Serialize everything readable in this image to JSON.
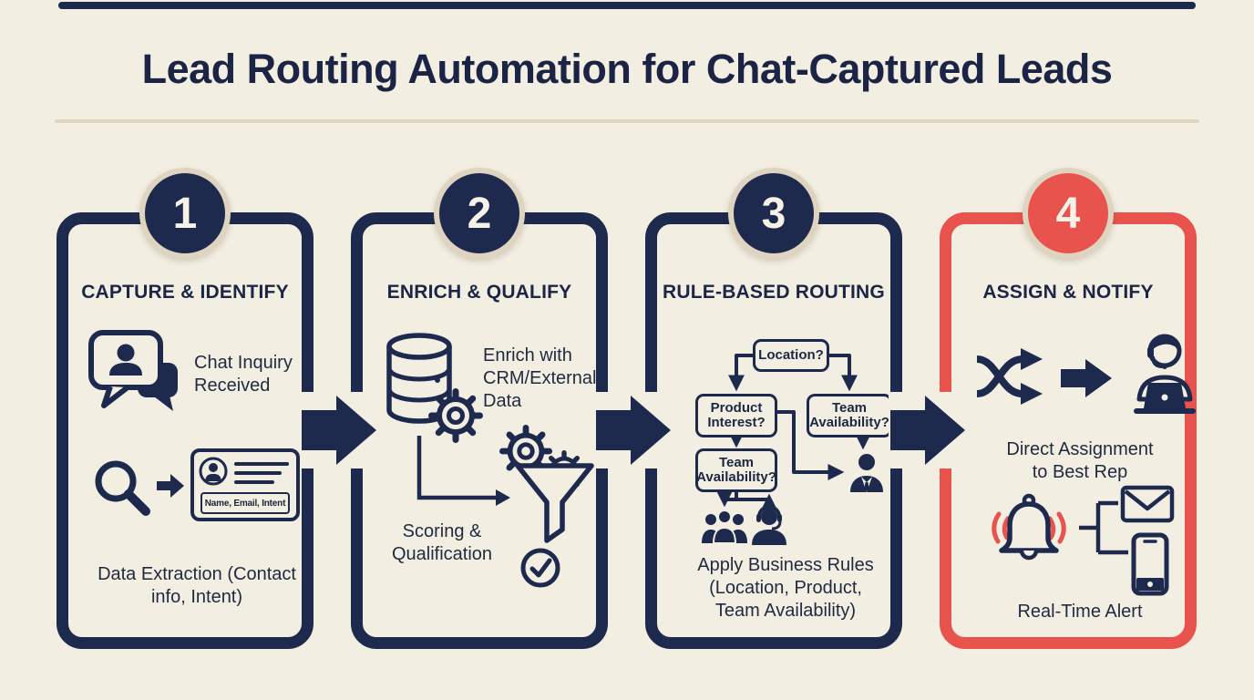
{
  "title": "Lead Routing Automation for Chat-Captured Leads",
  "colors": {
    "background": "#f3eee2",
    "navy": "#1d2a4d",
    "red": "#e8534e",
    "badge_ring": "#ded4bf",
    "divider": "#ded5c1",
    "text": "#1f2940"
  },
  "steps": [
    {
      "number": "1",
      "title": "CAPTURE & IDENTIFY",
      "chat_label": "Chat Inquiry Received",
      "id_card_label": "Name, Email, Intent",
      "caption": "Data Extraction (Contact info, Intent)",
      "icons": [
        "chat-bubbles",
        "magnifier",
        "arrow-right",
        "id-card"
      ]
    },
    {
      "number": "2",
      "title": "ENRICH & QUALIFY",
      "enrich_label": "Enrich with CRM/External Data",
      "caption": "Scoring & Qualification",
      "icons": [
        "database",
        "gear",
        "funnel",
        "check-circle"
      ]
    },
    {
      "number": "3",
      "title": "RULE-BASED ROUTING",
      "flow_nodes": {
        "root": "Location?",
        "left": "Product Interest?",
        "right": "Team Availability?",
        "left_child": "Team Availability?"
      },
      "caption": "Apply Business Rules (Location, Product, Team Availability)",
      "icons": [
        "decision-tree",
        "team-group",
        "support-agent",
        "sales-rep"
      ]
    },
    {
      "number": "4",
      "title": "ASSIGN & NOTIFY",
      "caption_top": "Direct Assignment to Best Rep",
      "caption_bottom": "Real-Time Alert",
      "icons": [
        "shuffle",
        "arrow-right",
        "agent-laptop",
        "bell-alert",
        "email-envelope",
        "smartphone"
      ]
    }
  ]
}
